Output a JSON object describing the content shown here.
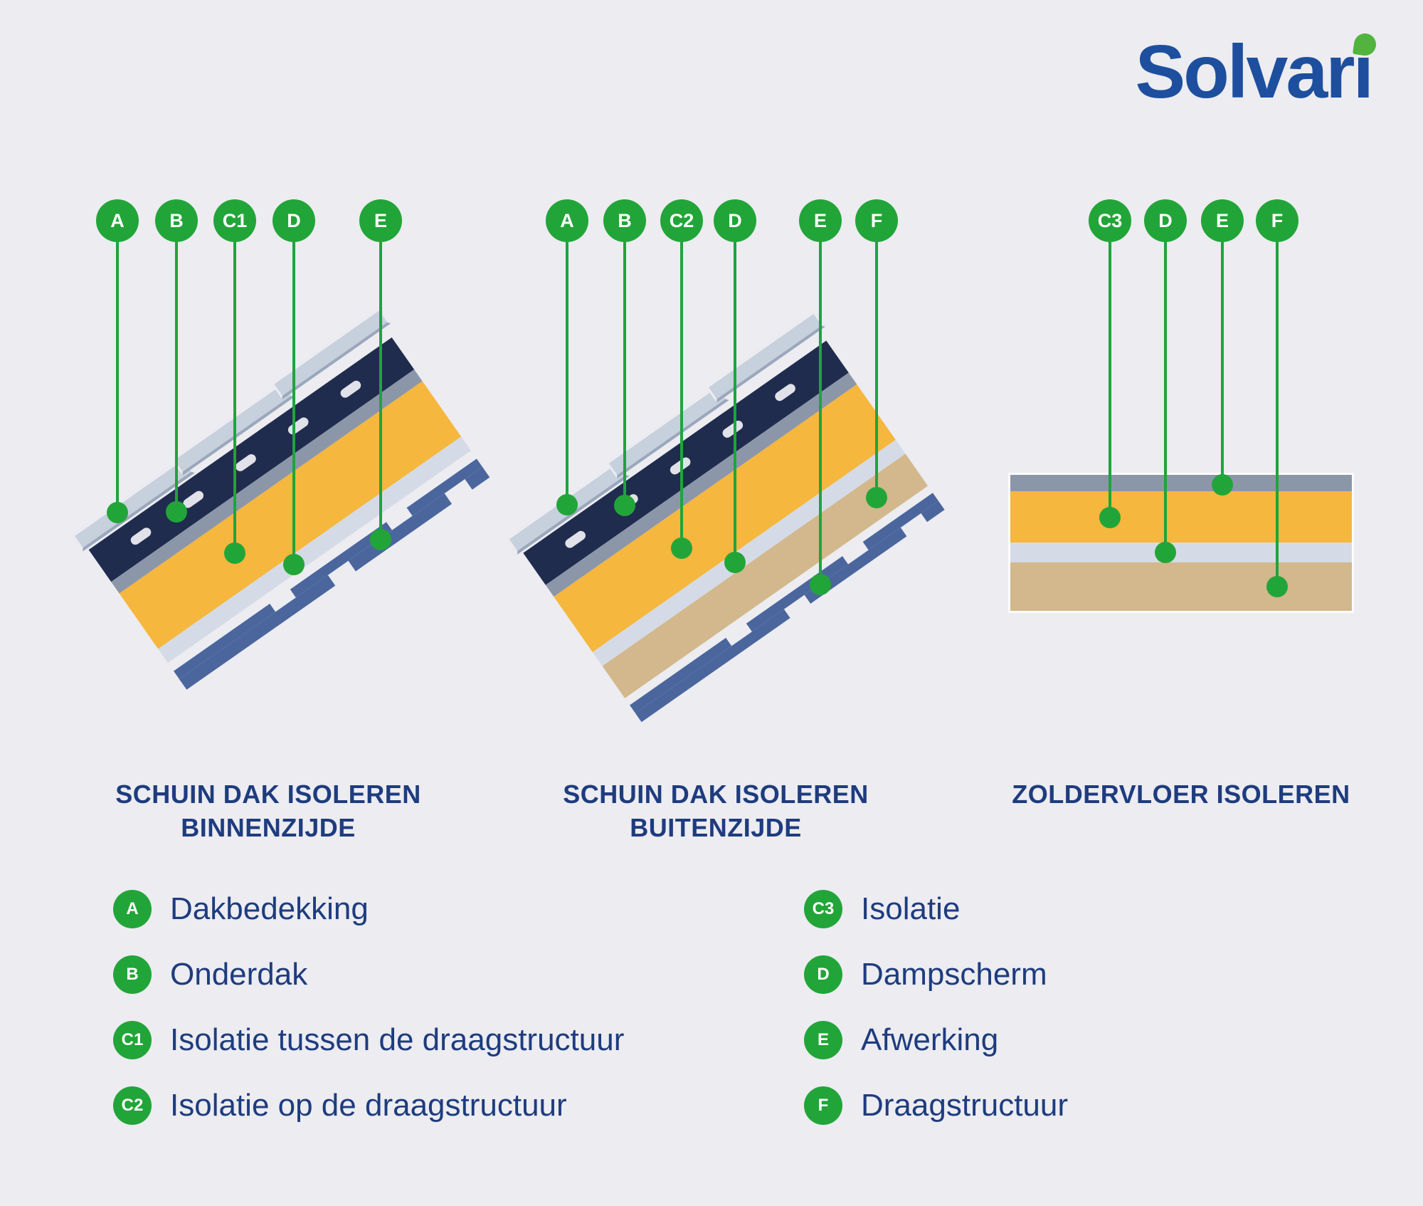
{
  "logo": {
    "text": "Solvari",
    "text_main": "Solvar",
    "dotless_i": "ı"
  },
  "colors": {
    "background": "#ECECF1",
    "accent_green": "#1FA43C",
    "marker_green": "#22A538",
    "navy_text": "#1E3C7E",
    "logo_blue": "#1D4F9E",
    "leaf_green": "#52B43E",
    "layer_tiles": "#C7D0DD",
    "layer_onderdak": "#1F2C4E",
    "layer_slate": "#8C96A9",
    "layer_insulation": "#F5B73D",
    "layer_dampscherm": "#D4DBE6",
    "layer_support_tan": "#D2B88C",
    "layer_battens": "#4A669D"
  },
  "diagrams": [
    {
      "title_line1": "SCHUIN DAK ISOLEREN",
      "title_line2": "BINNENZIJDE",
      "markers": [
        "A",
        "B",
        "C1",
        "D",
        "E"
      ]
    },
    {
      "title_line1": "SCHUIN DAK ISOLEREN",
      "title_line2": "BUITENZIJDE",
      "markers": [
        "A",
        "B",
        "C2",
        "D",
        "E",
        "F"
      ]
    },
    {
      "title_line1": "ZOLDERVLOER ISOLEREN",
      "title_line2": "",
      "markers": [
        "C3",
        "D",
        "E",
        "F"
      ]
    }
  ],
  "legend": {
    "left": [
      {
        "label": "A",
        "text": "Dakbedekking"
      },
      {
        "label": "B",
        "text": "Onderdak"
      },
      {
        "label": "C1",
        "text": "Isolatie tussen de draagstructuur"
      },
      {
        "label": "C2",
        "text": "Isolatie op de draagstructuur"
      }
    ],
    "right": [
      {
        "label": "C3",
        "text": "Isolatie"
      },
      {
        "label": "D",
        "text": "Dampscherm"
      },
      {
        "label": "E",
        "text": "Afwerking"
      },
      {
        "label": "F",
        "text": "Draagstructuur"
      }
    ]
  }
}
